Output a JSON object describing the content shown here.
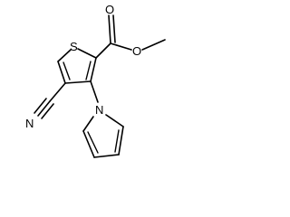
{
  "molecule": {
    "atom_labels": {
      "sulfur": "S",
      "carbonyl_oxygen": "O",
      "ester_oxygen": "O",
      "pyrrole_nitrogen": "N",
      "nitrile_nitrogen": "N"
    },
    "colors": {
      "ink": "#000000",
      "background": "#ffffff"
    }
  }
}
